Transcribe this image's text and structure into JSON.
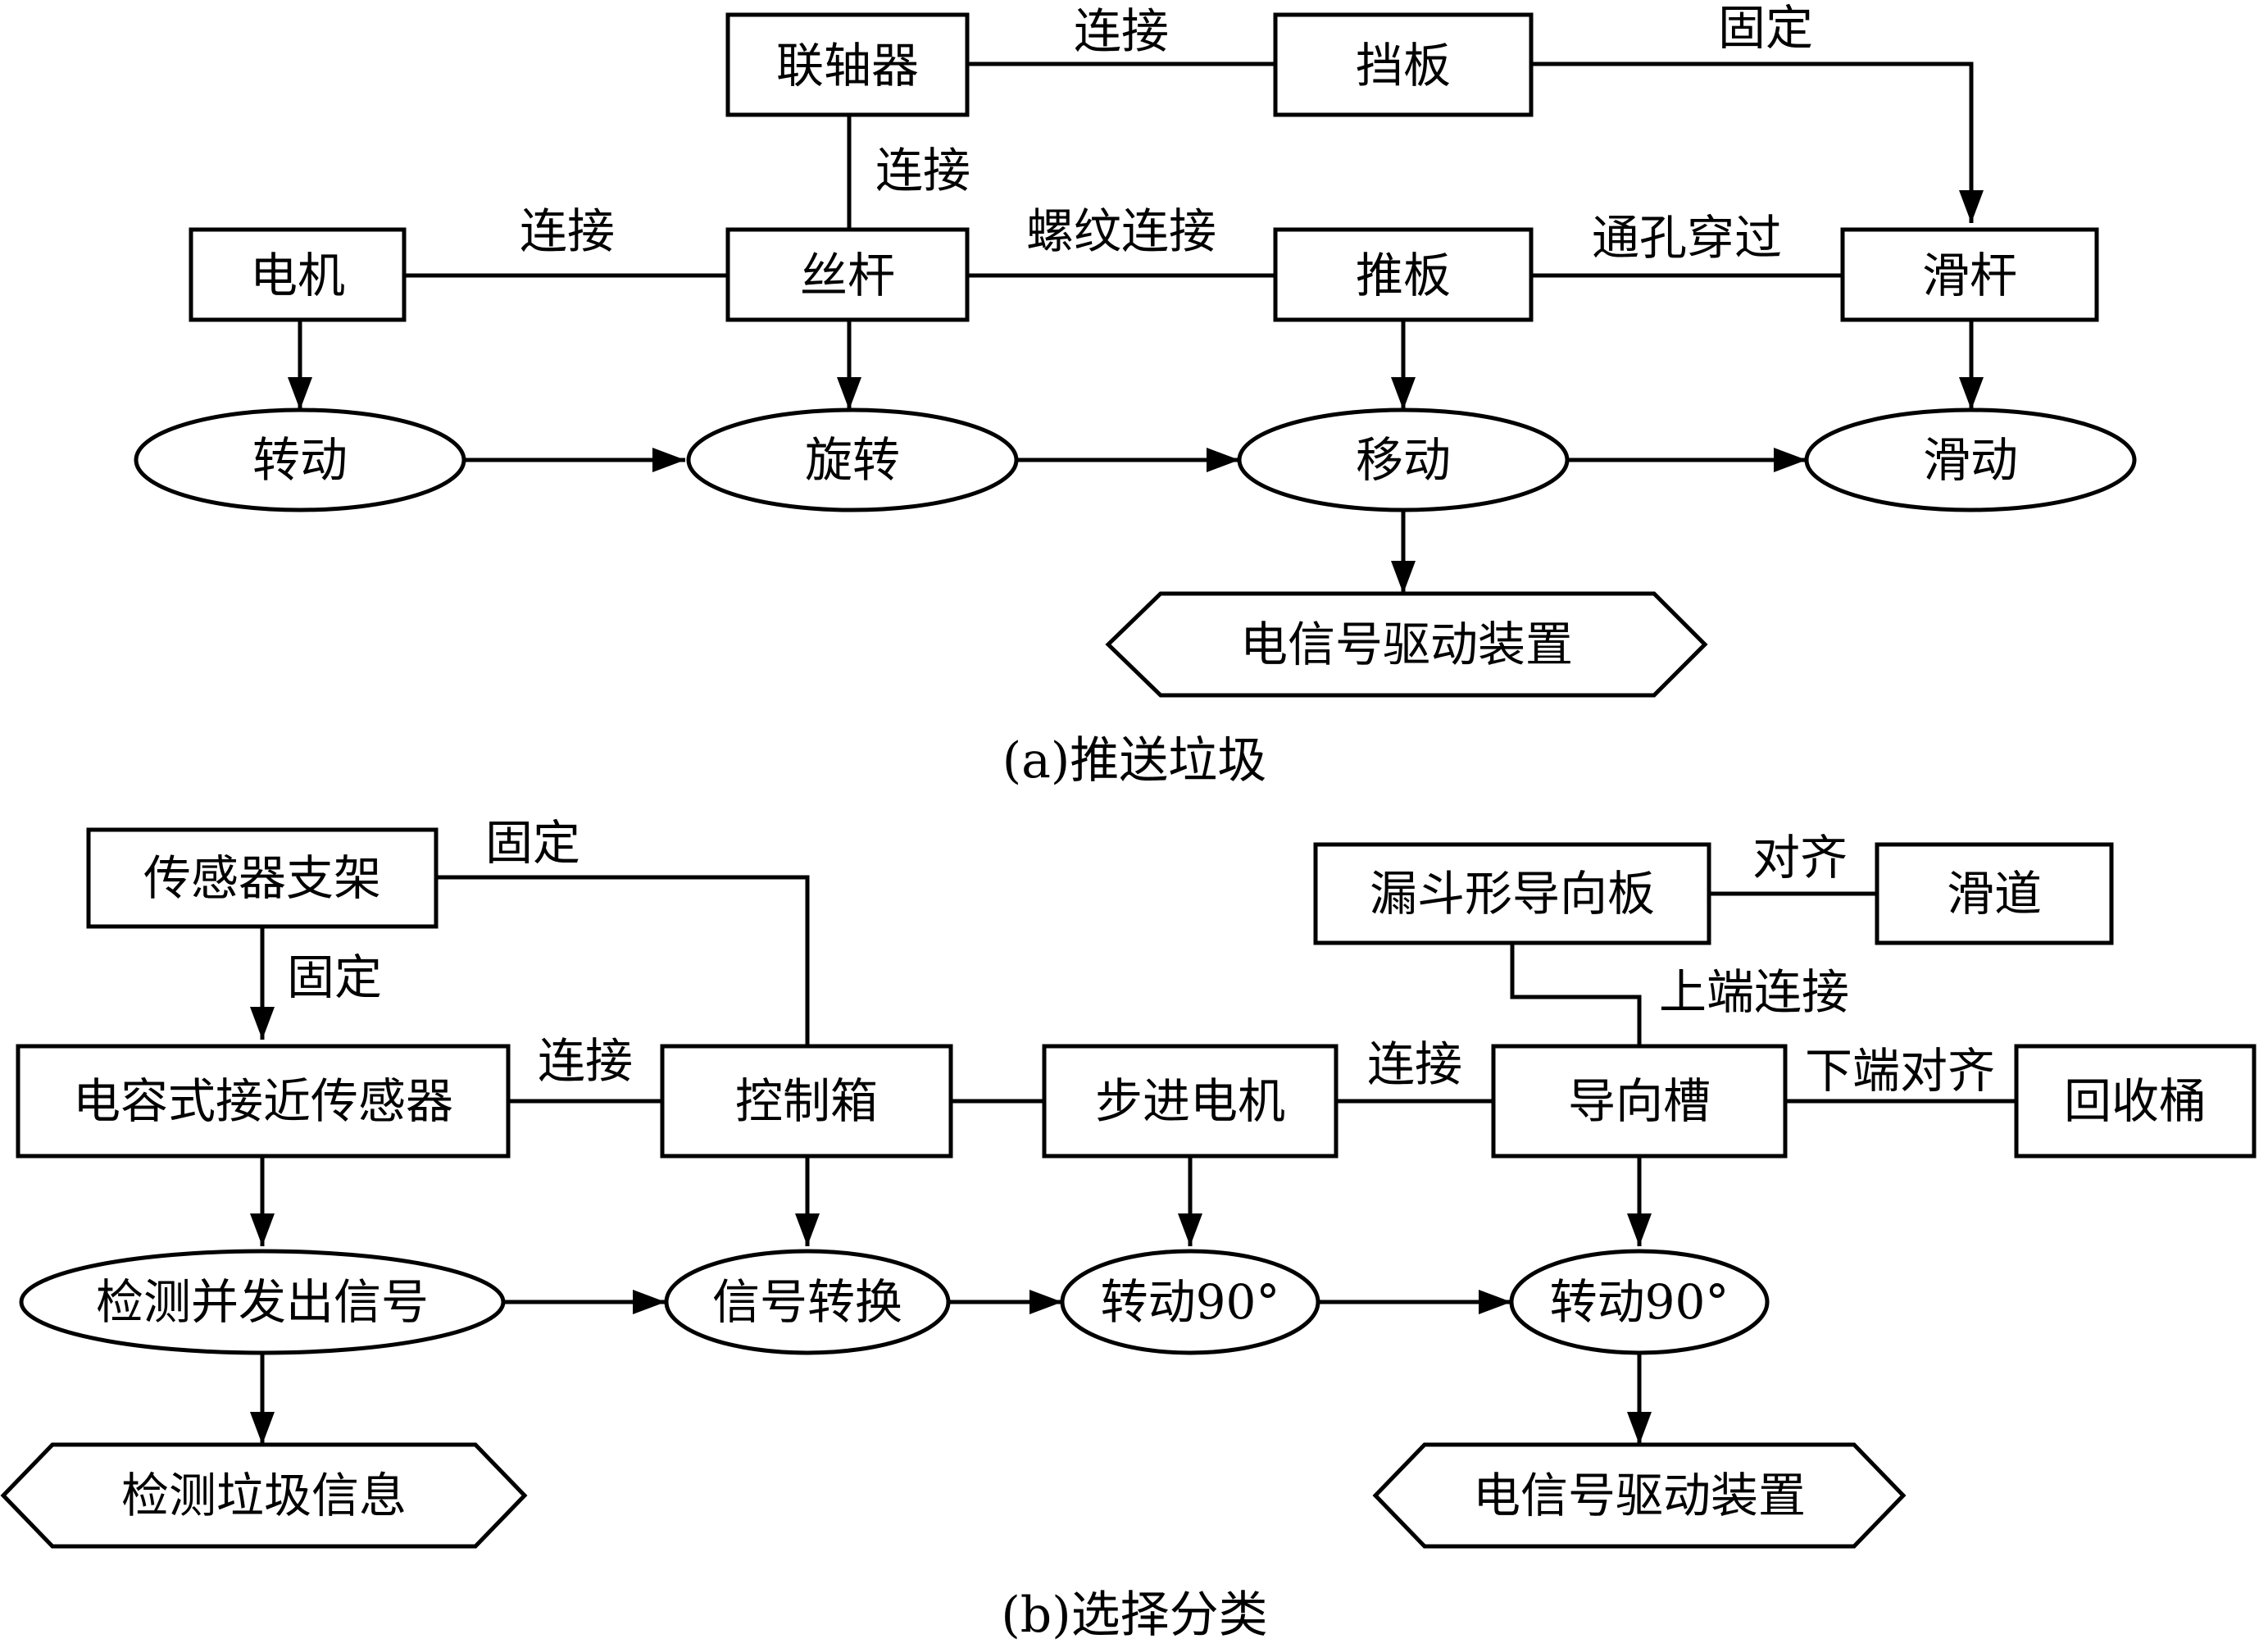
{
  "diagram_a": {
    "caption": "(a)推送垃圾",
    "nodes": {
      "coupling": "联轴器",
      "baffle": "挡板",
      "motor": "电机",
      "screw": "丝杆",
      "push_plate": "推板",
      "slide_rod": "滑杆",
      "rotate": "转动",
      "spin": "旋转",
      "move": "移动",
      "slide": "滑动",
      "drive": "电信号驱动装置"
    },
    "edges": {
      "coupling_baffle": "连接",
      "baffle_slide_rod": "固定",
      "coupling_screw": "连接",
      "motor_screw": "连接",
      "screw_push_plate": "螺纹连接",
      "push_plate_slide_rod": "通孔穿过"
    }
  },
  "diagram_b": {
    "caption": "(b)选择分类",
    "nodes": {
      "sensor_bracket": "传感器支架",
      "cap_sensor": "电容式接近传感器",
      "control_box": "控制箱",
      "stepper": "步进电机",
      "guide_slot": "导向槽",
      "funnel_plate": "漏斗形导向板",
      "chute": "滑道",
      "bin": "回收桶",
      "detect_signal": "检测并发出信号",
      "signal_convert": "信号转换",
      "rotate_a": "转动90°",
      "rotate_b": "转动90°",
      "detect_info": "检测垃圾信息",
      "drive": "电信号驱动装置"
    },
    "edges": {
      "bracket_control": "固定",
      "bracket_sensor": "固定",
      "sensor_control": "连接",
      "stepper_slot": "连接",
      "funnel_chute": "对齐",
      "funnel_slot": "上端连接",
      "slot_bin": "下端对齐"
    }
  }
}
